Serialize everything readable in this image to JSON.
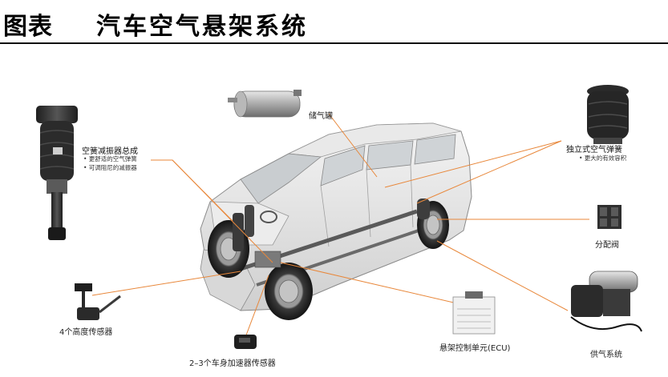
{
  "header": {
    "figure_label": "图表",
    "title": "汽车空气悬架系统"
  },
  "components": {
    "air_strut": {
      "label": "空簧减振器总成",
      "bullets": [
        "• 更舒适的空气弹簧",
        "• 可调阻尼的减振器"
      ]
    },
    "reservoir": {
      "label": "储气罐"
    },
    "air_spring": {
      "label": "独立式空气弹簧",
      "bullets": [
        "• 更大的有效容积"
      ]
    },
    "valve_block": {
      "label": "分配阀"
    },
    "height_sensor": {
      "label": "4个高度传感器"
    },
    "accel_sensor": {
      "label": "2–3个车身加速器传感器"
    },
    "ecu": {
      "label": "悬架控制单元(ECU)"
    },
    "compressor": {
      "label": "供气系统"
    }
  },
  "colors": {
    "leader_line": "#e8873a",
    "rule": "#111111"
  }
}
